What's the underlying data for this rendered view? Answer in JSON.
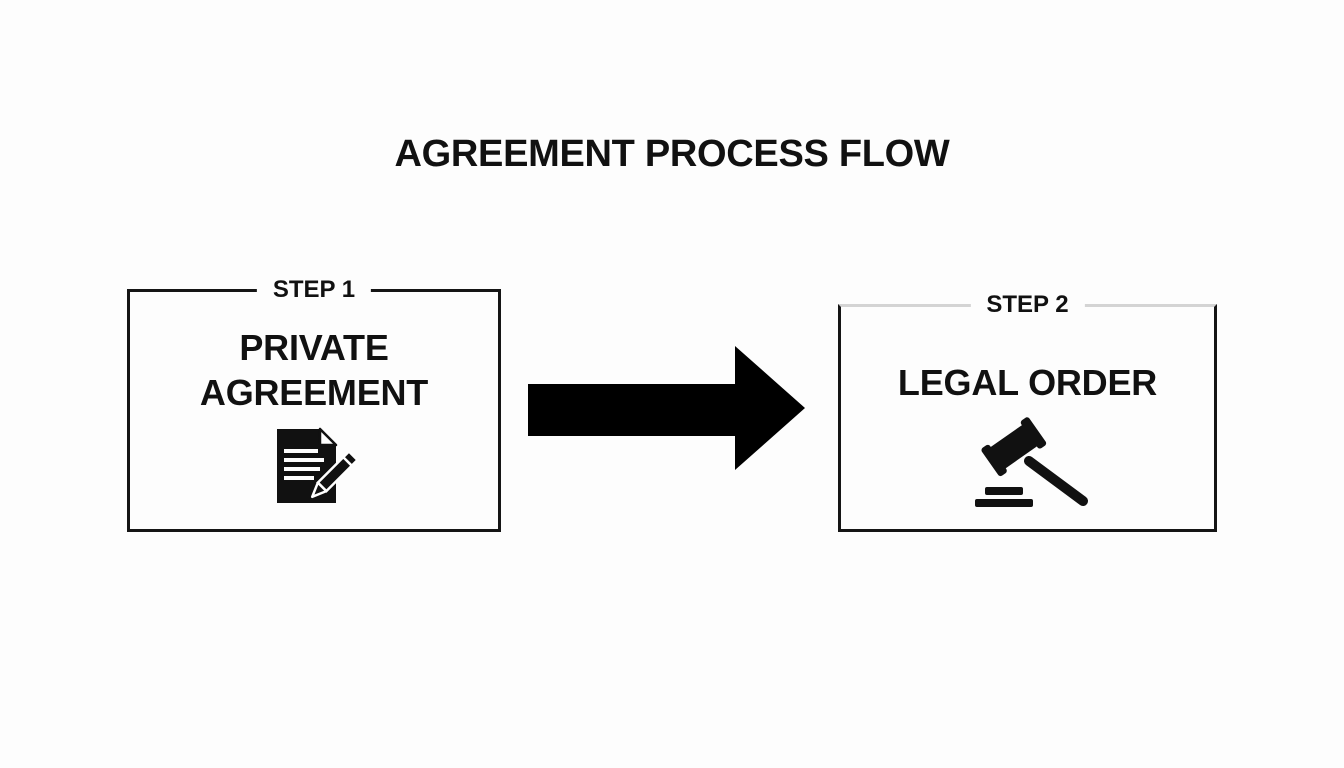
{
  "diagram": {
    "title": "AGREEMENT PROCESS FLOW",
    "steps": [
      {
        "label": "STEP 1",
        "title_lines": [
          "PRIVATE",
          "AGREEMENT"
        ],
        "icon": "document-signature-icon"
      },
      {
        "label": "STEP 2",
        "title_lines": [
          "LEGAL ORDER"
        ],
        "icon": "gavel-icon"
      }
    ],
    "connector": {
      "icon": "arrow-right-icon",
      "from": "STEP 1",
      "to": "STEP 2"
    },
    "colors": {
      "ink": "#111111",
      "background": "#fdfdfd",
      "faded_border": "#d4d4d4"
    }
  }
}
